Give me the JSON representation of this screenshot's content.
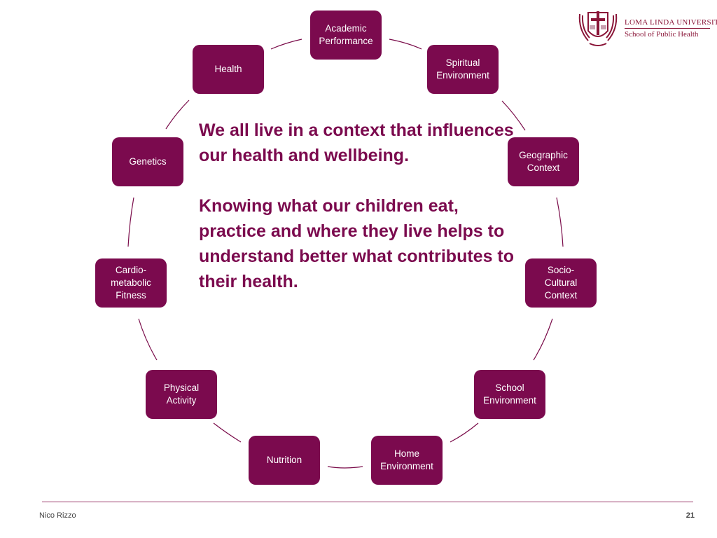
{
  "logo": {
    "line1": "LOMA LINDA UNIVERSITY",
    "line2": "School of Public Health"
  },
  "nodes": [
    {
      "label": "Academic\nPerformance"
    },
    {
      "label": "Spiritual\nEnvironment"
    },
    {
      "label": "Geographic\nContext"
    },
    {
      "label": "Socio-\nCultural\nContext"
    },
    {
      "label": "School\nEnvironment"
    },
    {
      "label": "Home\nEnvironment"
    },
    {
      "label": "Nutrition"
    },
    {
      "label": "Physical\nActivity"
    },
    {
      "label": "Cardio-\nmetabolic\nFitness"
    },
    {
      "label": "Genetics"
    },
    {
      "label": "Health"
    }
  ],
  "center_text": {
    "p1": "We all live in a context that influences our health and wellbeing.",
    "p2": "Knowing what our children eat, practice and where they live helps to understand better what contributes to their health."
  },
  "footer": {
    "author": "Nico Rizzo",
    "page": "21"
  },
  "colors": {
    "node_fill": "#7b0a4e",
    "text_accent": "#7b0a4e",
    "logo": "#8a1538"
  }
}
